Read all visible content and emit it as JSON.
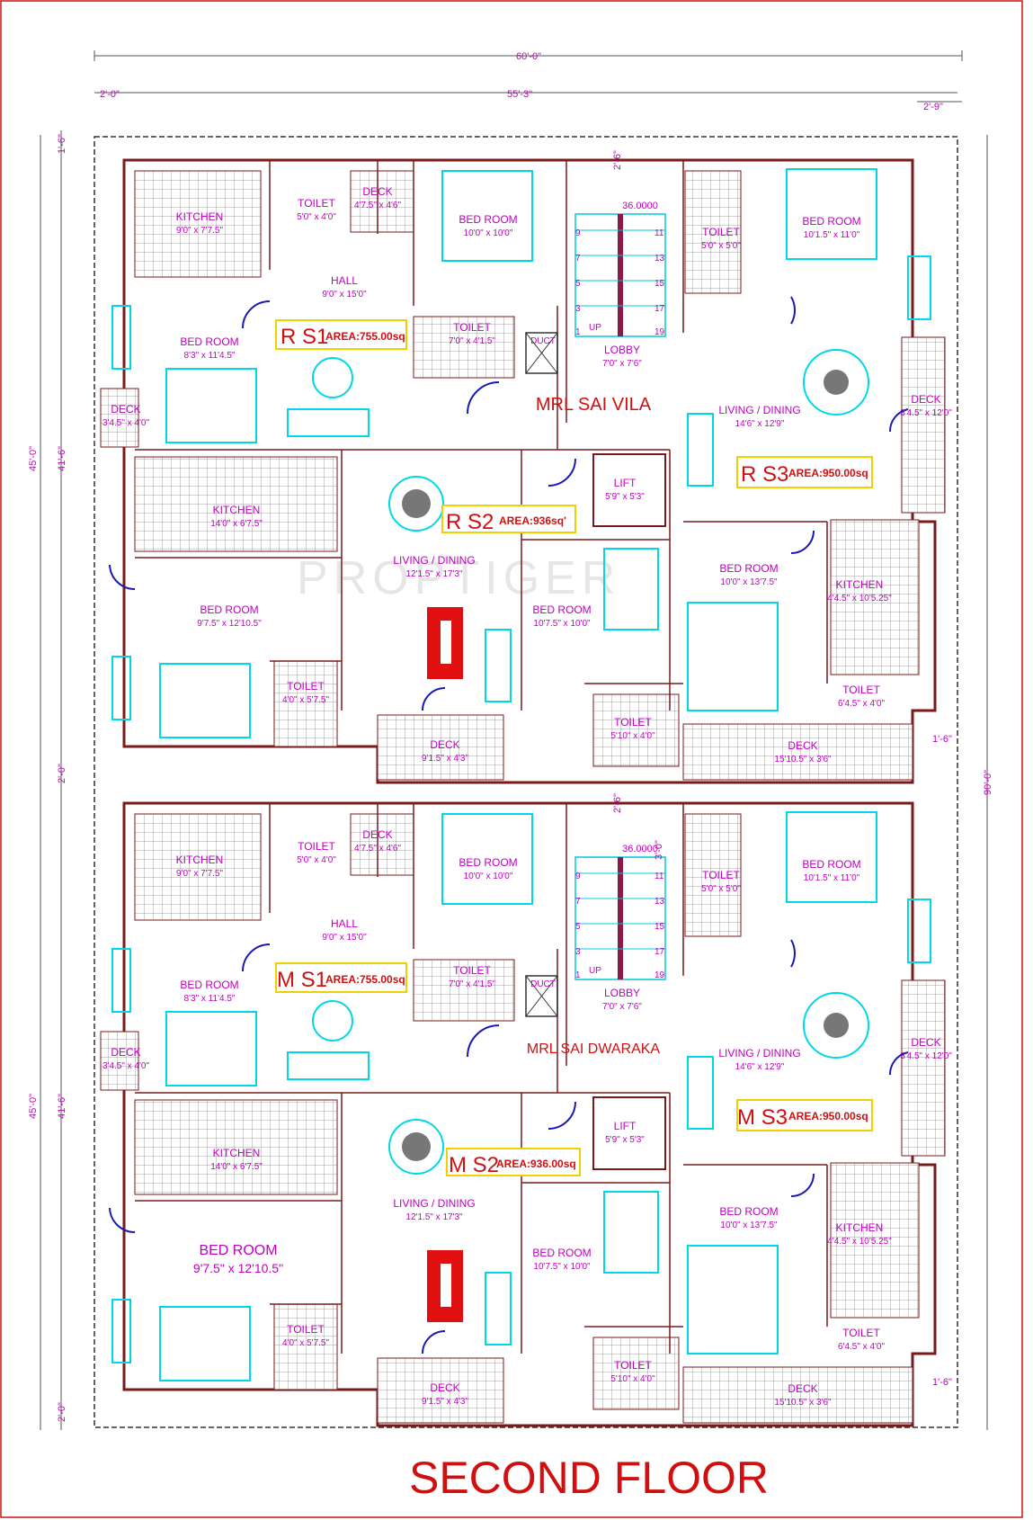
{
  "dimensions": {
    "total_width": "60'-0\"",
    "left_margin": "2'-0\"",
    "middle_width": "55'-3\"",
    "right_margin": "2'-9\"",
    "top_left_small": "1'-6\"",
    "left_block_top": "45'-0\"",
    "left_inner_top": "41'-6\"",
    "left_gap": "2'-0\"",
    "left_block_bottom": "45'-0\"",
    "left_inner_bottom": "41'-6\"",
    "left_bottom_small": "2'-0\"",
    "right_total": "90'-0\"",
    "right_small_1": "1'-6\"",
    "right_small_2": "1'-6\"",
    "stair_top": "2'-6\"",
    "stair_mid": "3'-0\"",
    "stair_height": "36.0000"
  },
  "buildings": [
    {
      "name": "MRL SAI VILA",
      "units": [
        {
          "label": "R S1",
          "area": "AREA:755.00sq"
        },
        {
          "label": "R S2",
          "area": "AREA:936sq'"
        },
        {
          "label": "R S3",
          "area": "AREA:950.00sq"
        }
      ]
    },
    {
      "name": "MRL SAI DWARAKA",
      "units": [
        {
          "label": "M S1",
          "area": "AREA:755.00sq"
        },
        {
          "label": "M S2",
          "area": "AREA:936.00sq"
        },
        {
          "label": "M S3",
          "area": "AREA:950.00sq"
        }
      ]
    }
  ],
  "rooms": {
    "kitchen1": {
      "name": "KITCHEN",
      "size": "9'0\" x 7'7.5\""
    },
    "toilet1": {
      "name": "TOILET",
      "size": "5'0\" x 4'0\""
    },
    "deck1": {
      "name": "DECK",
      "size": "4'7.5\" x 4'6\""
    },
    "bed1": {
      "name": "BED ROOM",
      "size": "10'0\" x 10'0\""
    },
    "hall": {
      "name": "HALL",
      "size": "9'0\" x 15'0\""
    },
    "bed2": {
      "name": "BED ROOM",
      "size": "8'3\" x 11'4.5\""
    },
    "toilet2": {
      "name": "TOILET",
      "size": "7'0\" x 4'1.5\""
    },
    "duct": {
      "name": "DUCT"
    },
    "deck2": {
      "name": "DECK",
      "size": "3'4.5\" x 4'0\""
    },
    "lobby": {
      "name": "LOBBY",
      "size": "7'0\" x 7'6\""
    },
    "up": {
      "name": "UP"
    },
    "toilet3": {
      "name": "TOILET",
      "size": "5'0\" x 5'0\""
    },
    "bed3": {
      "name": "BED ROOM",
      "size": "10'1.5\" x 11'0\""
    },
    "living3": {
      "name": "LIVING / DINING",
      "size": "14'6\" x 12'9\""
    },
    "deck3": {
      "name": "DECK",
      "size": "3'4.5\" x 12'0\""
    },
    "kitchen2": {
      "name": "KITCHEN",
      "size": "14'0\" x 6'7.5\""
    },
    "lift": {
      "name": "LIFT",
      "size": "5'9\" x 5'3\""
    },
    "living2": {
      "name": "LIVING / DINING",
      "size": "12'1.5\" x 17'3\""
    },
    "bed4": {
      "name": "BED ROOM",
      "size": "9'7.5\" x 12'10.5\""
    },
    "bed5": {
      "name": "BED ROOM",
      "size": "10'7.5\" x 10'0\""
    },
    "bed6": {
      "name": "BED ROOM",
      "size": "10'0\" x 13'7.5\""
    },
    "kitchen3": {
      "name": "KITCHEN",
      "size": "4'4.5\" x 10'5.25\""
    },
    "toilet4": {
      "name": "TOILET",
      "size": "4'0\" x 5'7.5\""
    },
    "deck4": {
      "name": "DECK",
      "size": "9'1.5\" x 4'3\""
    },
    "toilet5": {
      "name": "TOILET",
      "size": "5'10\" x 4'0\""
    },
    "toilet6": {
      "name": "TOILET",
      "size": "6'4.5\" x 4'0\""
    },
    "deck5": {
      "name": "DECK",
      "size": "15'10.5\" x 3'6\""
    }
  },
  "stair_numbers": [
    "9",
    "7",
    "5",
    "3",
    "1",
    "11",
    "13",
    "15",
    "17",
    "19"
  ],
  "watermark": "PROPTIGER",
  "floor_title": "SECOND FLOOR",
  "colors": {
    "wall": "#7a1a1a",
    "fixture": "#00d8e8",
    "text": "#c000c0",
    "label": "#d01010",
    "door": "#1a1ab0"
  }
}
